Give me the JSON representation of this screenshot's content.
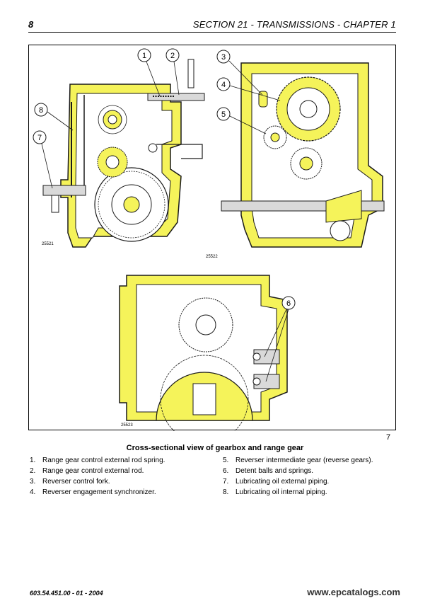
{
  "header": {
    "page_number": "8",
    "section_title": "SECTION 21 - TRANSMISSIONS - CHAPTER 1"
  },
  "figure": {
    "number": "7",
    "drawing_codes": [
      "25521",
      "25522",
      "25523"
    ],
    "callouts": [
      "1",
      "2",
      "3",
      "4",
      "5",
      "6",
      "7",
      "8"
    ],
    "colors": {
      "highlight": "#f5f35a",
      "line": "#1a1a1a",
      "shade": "#d9d9d9"
    }
  },
  "caption": {
    "title": "Cross-sectional view of gearbox and range gear",
    "items_left": [
      {
        "num": "1.",
        "text": "Range gear control external rod spring."
      },
      {
        "num": "2.",
        "text": "Range gear control external rod."
      },
      {
        "num": "3.",
        "text": "Reverser control fork."
      },
      {
        "num": "4.",
        "text": "Reverser engagement synchronizer."
      }
    ],
    "items_right": [
      {
        "num": "5.",
        "text": "Reverser intermediate gear (reverse gears)."
      },
      {
        "num": "6.",
        "text": "Detent balls and springs."
      },
      {
        "num": "7.",
        "text": "Lubricating oil external piping."
      },
      {
        "num": "8.",
        "text": "Lubricating oil internal piping."
      }
    ]
  },
  "footer": {
    "doc_code": "603.54.451.00 - 01 - 2004",
    "website": "www.epcatalogs.com"
  }
}
